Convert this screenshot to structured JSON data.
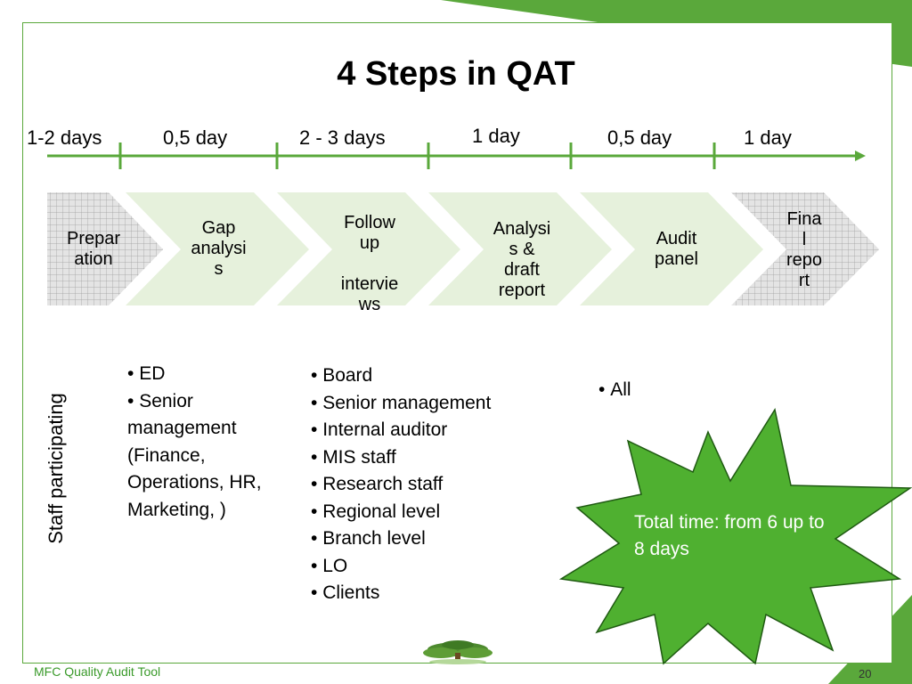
{
  "slide": {
    "title": "4 Steps in QAT",
    "footer": "MFC Quality Audit Tool",
    "page_number": "20"
  },
  "timeline": {
    "durations": [
      "1-2 days",
      "0,5 day",
      "2 - 3 days",
      "1 day",
      "0,5 day",
      "1 day"
    ]
  },
  "steps": [
    {
      "label": "Prepar\nation"
    },
    {
      "label": "Gap\nanalysi\ns"
    },
    {
      "label": "Follow\nup\n\nintervie\nws"
    },
    {
      "label": "Analysi\ns &\ndraft\nreport"
    },
    {
      "label": "Audit\npanel"
    },
    {
      "label": "Fina\nl\nrepo\nrt"
    }
  ],
  "staff": {
    "label": "Staff participating",
    "gap_analysis": [
      "ED",
      "Senior management (Finance, Operations, HR, Marketing, )"
    ],
    "follow_up": [
      "Board",
      "Senior management",
      "Internal auditor",
      "MIS staff",
      "Research staff",
      "Regional level",
      "Branch level",
      "LO",
      "Clients"
    ],
    "audit_panel": [
      "All"
    ]
  },
  "callout": {
    "text": "Total time: from 6 up to 8 days"
  },
  "colors": {
    "accent_green": "#5aa83b",
    "chevron_fill": "#e6f1dc",
    "burst_fill": "#4fb030",
    "grid_fill": "#e4e4e4"
  }
}
